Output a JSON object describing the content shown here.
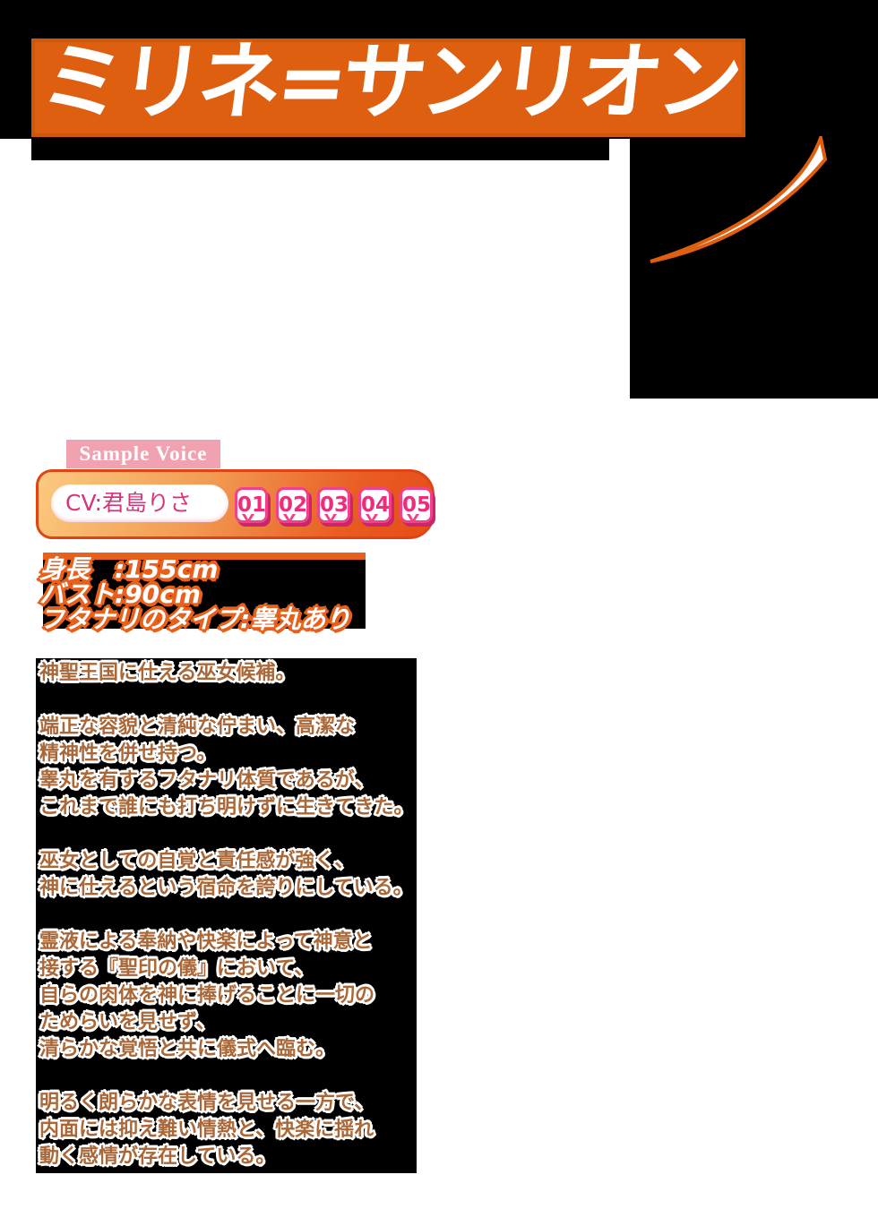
{
  "title_banner": {
    "text": "ミリネ=サンリオン",
    "bg_color": "#df5f10",
    "text_color": "#ffffff"
  },
  "sample_voice": {
    "label": "Sample Voice",
    "label_bg": "#f0a2b0",
    "cv_label": "CV:君島りさ",
    "voice_buttons": [
      "01",
      "02",
      "03",
      "04",
      "05"
    ],
    "accent_pink": "#ee2d7a"
  },
  "stats": {
    "lines": [
      "身長　:155cm",
      "バスト:90cm",
      "フタナリのタイプ:睾丸あり"
    ],
    "outline_color": "#e8611c"
  },
  "profile": {
    "text_color": "#aa6838",
    "lines": [
      "神聖王国に仕える巫女候補。",
      "",
      "端正な容貌と清純な佇まい、高潔な",
      "精神性を併せ持つ。",
      "睾丸を有するフタナリ体質であるが、",
      "これまで誰にも打ち明けずに生きてきた。",
      "",
      "巫女としての自覚と責任感が強く、",
      "神に仕えるという宿命を誇りにしている。",
      "",
      "霊液による奉納や快楽によって神意と",
      "接する『聖印の儀』において、",
      "自らの肉体を神に捧げることに一切の",
      "ためらいを見せず、",
      "清らかな覚悟と共に儀式へ臨む。",
      "",
      "明るく朗らかな表情を見せる一方で、",
      "内面には抑え難い情熱と、快楽に揺れ",
      "動く感情が存在している。"
    ]
  }
}
